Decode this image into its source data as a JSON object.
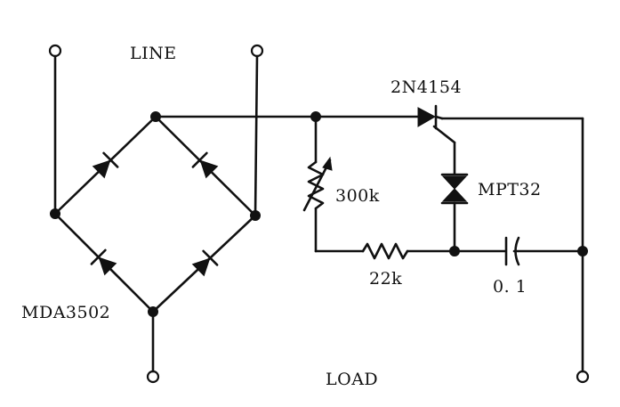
{
  "labels": {
    "line": "LINE",
    "load": "LOAD",
    "bridge": "MDA3502",
    "scr": "2N4154",
    "diac": "MPT32",
    "pot": "300k",
    "resistor": "22k",
    "capacitor": "0. 1"
  },
  "colors": {
    "ink": "#111111",
    "background": "#ffffff"
  }
}
